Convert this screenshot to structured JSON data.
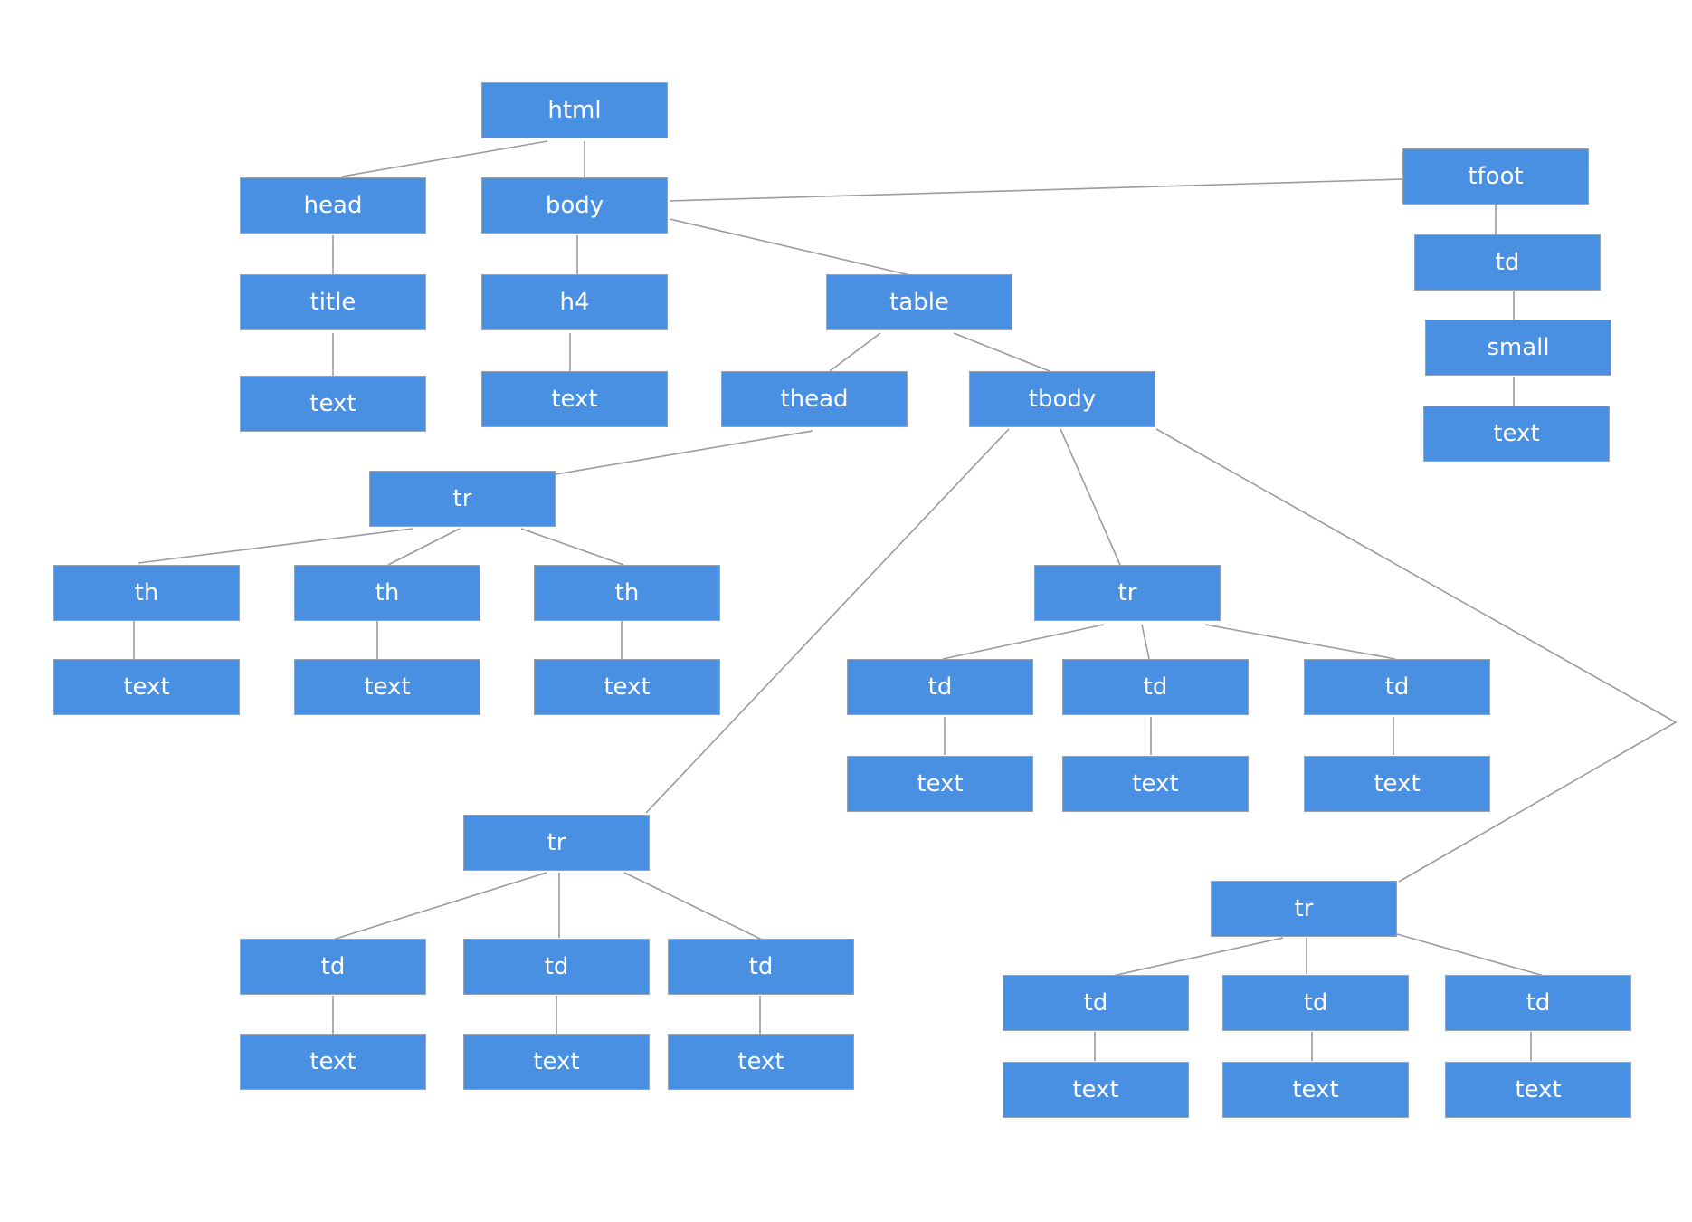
{
  "nodes": {
    "html": "html",
    "head": "head",
    "body": "body",
    "tfoot": "tfoot",
    "tfoot_td": "td",
    "small": "small",
    "small_text": "text",
    "title": "title",
    "title_text": "text",
    "h4": "h4",
    "h4_text": "text",
    "table": "table",
    "thead": "thead",
    "tbody": "tbody",
    "thead_tr": "tr",
    "th_1": "th",
    "th_2": "th",
    "th_3": "th",
    "th_1_text": "text",
    "th_2_text": "text",
    "th_3_text": "text",
    "tr_a": "tr",
    "tr_a_td_1": "td",
    "tr_a_td_2": "td",
    "tr_a_td_3": "td",
    "tr_a_td_1_text": "text",
    "tr_a_td_2_text": "text",
    "tr_a_td_3_text": "text",
    "tr_b": "tr",
    "tr_b_td_1": "td",
    "tr_b_td_2": "td",
    "tr_b_td_3": "td",
    "tr_b_td_1_text": "text",
    "tr_b_td_2_text": "text",
    "tr_b_td_3_text": "text",
    "tr_c": "tr",
    "tr_c_td_1": "td",
    "tr_c_td_2": "td",
    "tr_c_td_3": "td",
    "tr_c_td_1_text": "text",
    "tr_c_td_2_text": "text",
    "tr_c_td_3_text": "text"
  },
  "colors": {
    "node_fill": "#4a90e2",
    "node_border": "#9aa3ad",
    "node_text": "#ffffff",
    "edge": "#9b9b9b"
  }
}
